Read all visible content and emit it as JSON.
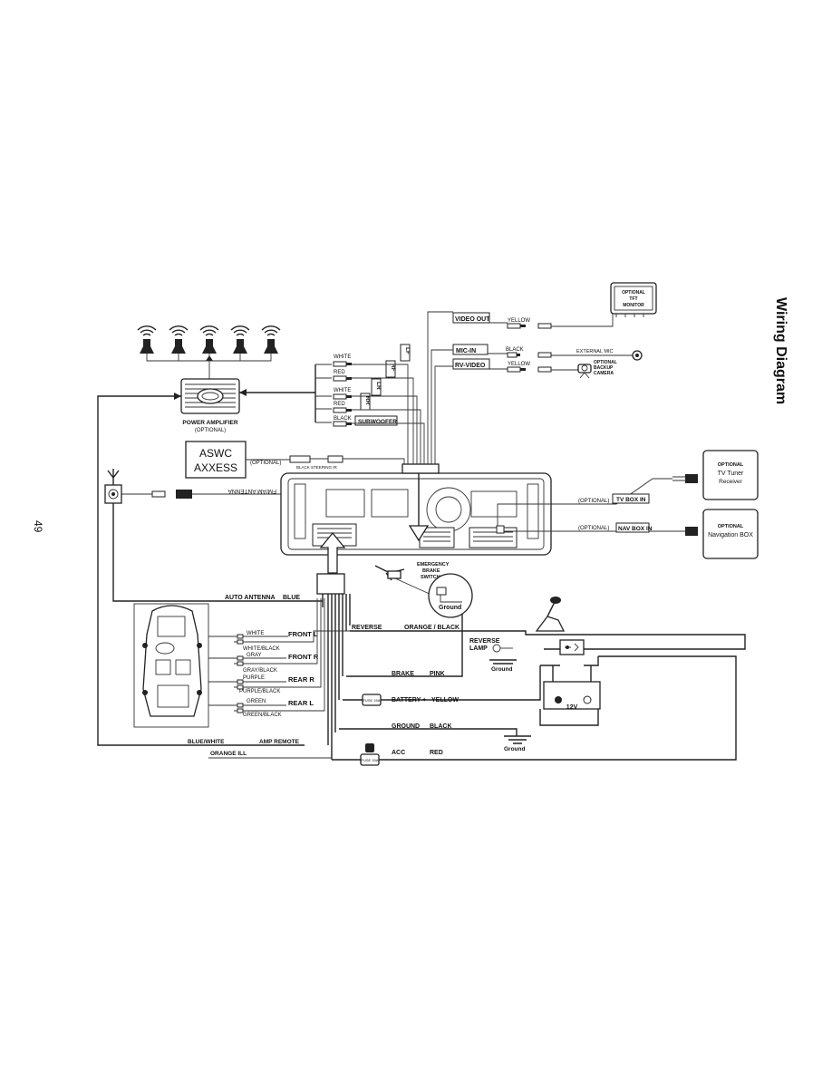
{
  "page": {
    "title": "Wiring Diagram",
    "page_number": "49"
  },
  "colors": {
    "ink": "#222222",
    "paper": "#ffffff"
  },
  "components": {
    "power_amp": {
      "label": "POWER AMPLIFIER",
      "note": "(OPTIONAL)"
    },
    "aswc": {
      "line1": "ASWC",
      "line2": "AXXESS",
      "optional": "(OPTIONAL)",
      "wire": "BLACK STEERING IR"
    },
    "antenna": {
      "label": "FM/AM ANTENNA"
    },
    "tft_monitor": {
      "line1": "OPTIONAL",
      "line2": "TFT",
      "line3": "MONITOR"
    },
    "external_mic": {
      "label": "EXTERNAL MIC"
    },
    "backup_camera": {
      "line1": "OPTIONAL",
      "line2": "BACKUP",
      "line3": "CAMERA"
    },
    "tv_tuner": {
      "line1": "OPTIONAL",
      "line2": "TV Tuner",
      "line3": "Receiver"
    },
    "nav_box": {
      "line1": "OPTIONAL",
      "line2": "Navigation BOX"
    },
    "brake_switch": {
      "line1": "EMERGENCY",
      "line2": "BRAKE",
      "line3": "SWITCH",
      "ground": "Ground"
    },
    "reverse_lamp": {
      "line1": "REVERSE",
      "line2": "LAMP",
      "ground": "Ground"
    },
    "battery": {
      "label": "12V"
    },
    "ground": {
      "label": "Ground"
    },
    "fuse": {
      "label": "FUSE 15A"
    }
  },
  "rca": {
    "lf": {
      "color": "WHITE",
      "tag": "LF"
    },
    "rf": {
      "color": "RED",
      "tag": "RF"
    },
    "lr": {
      "color": "WHITE",
      "tag": "LR"
    },
    "rr": {
      "color": "RED",
      "tag": "RR"
    },
    "sub": {
      "color": "BLACK",
      "tag": "SUBWOOFER"
    }
  },
  "av": {
    "video_out": {
      "tag": "VIDEO OUT",
      "color": "YELLOW"
    },
    "mic_in": {
      "tag": "MIC-IN",
      "color": "BLACK"
    },
    "rv_video": {
      "tag": "RV-VIDEO",
      "color": "YELLOW"
    },
    "tv_box": {
      "optional": "(OPTIONAL)",
      "tag": "TV BOX IN"
    },
    "nav_box": {
      "optional": "(OPTIONAL)",
      "tag": "NAV BOX IN"
    }
  },
  "speakers": {
    "front_l": {
      "label": "FRONT L",
      "plus": "WHITE",
      "minus": "WHITE/BLACK"
    },
    "front_r": {
      "label": "FRONT R",
      "plus": "GRAY",
      "minus": "GRAY/BLACK"
    },
    "rear_r": {
      "label": "REAR R",
      "plus": "PURPLE",
      "minus": "PURPLE/BLACK"
    },
    "rear_l": {
      "label": "REAR L",
      "plus": "GREEN",
      "minus": "GREEN/BLACK"
    }
  },
  "harness": {
    "auto_antenna": {
      "label": "AUTO ANTENNA",
      "color": "BLUE"
    },
    "reverse": {
      "label": "REVERSE",
      "color": "ORANGE / BLACK"
    },
    "brake": {
      "label": "BRAKE",
      "color": "PINK"
    },
    "battery": {
      "label": "BATTERY +",
      "color": "YELLOW"
    },
    "ground": {
      "label": "GROUND",
      "color": "BLACK"
    },
    "amp_remote": {
      "label": "AMP REMOTE",
      "color": "BLUE/WHITE"
    },
    "ill": {
      "label": "ORANGE ILL"
    },
    "acc": {
      "label": "ACC",
      "color": "RED"
    }
  }
}
